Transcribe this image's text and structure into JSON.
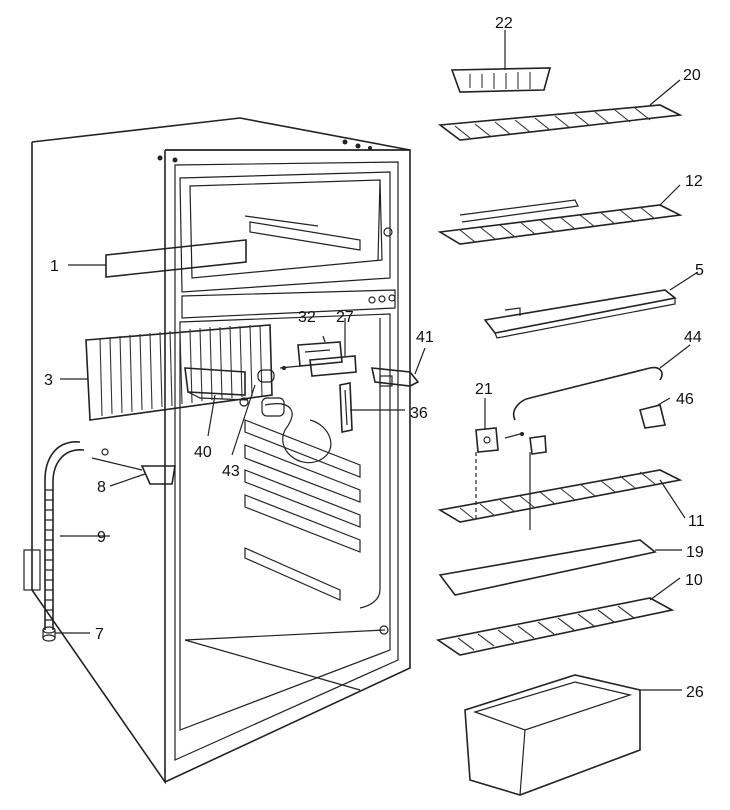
{
  "diagram": {
    "kind": "exploded parts diagram",
    "subject": "refrigerator",
    "part_numbers": [
      "1",
      "3",
      "5",
      "7",
      "8",
      "9",
      "10",
      "11",
      "12",
      "19",
      "20",
      "21",
      "22",
      "26",
      "27",
      "32",
      "36",
      "40",
      "41",
      "43",
      "44",
      "46"
    ]
  },
  "colors": {
    "line": "#222222",
    "background": "#ffffff",
    "fill": "#f4f4f4"
  }
}
